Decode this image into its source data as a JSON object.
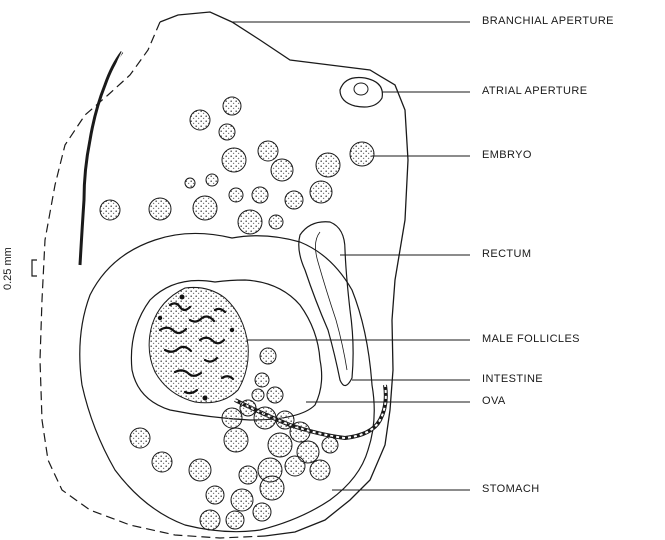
{
  "labels": {
    "branchial_aperture": "BRANCHIAL APERTURE",
    "atrial_aperture": "ATRIAL APERTURE",
    "embryo": "EMBRYO",
    "rectum": "RECTUM",
    "male_follicles": "MALE FOLLICLES",
    "intestine": "INTESTINE",
    "ova": "OVA",
    "stomach": "STOMACH"
  },
  "scale_bar": {
    "text": "0.25 mm"
  },
  "colors": {
    "ink": "#1a1a1a",
    "stipple": "#555555",
    "background": "#ffffff"
  }
}
